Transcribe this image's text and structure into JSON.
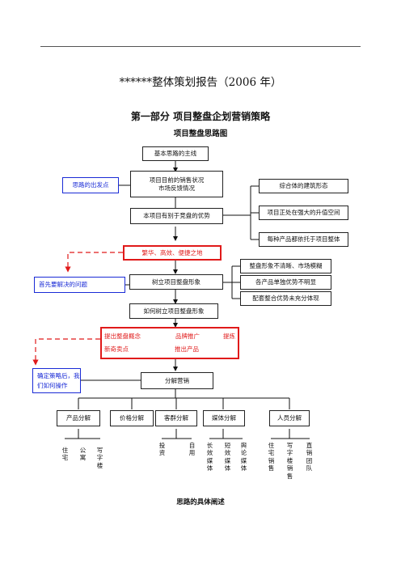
{
  "doc": {
    "title": "******整体策划报告（2006 年）",
    "part_heading": "第一部分    项目整盘企划营销策略",
    "diagram_heading": "项目整盘思路图",
    "footer_heading": "思路的具体阐述"
  },
  "diagram": {
    "basic_line": "基本思路的主线",
    "sales_status": "项目目前的销售状况",
    "market_feedback": "市场反馈情况",
    "starting_point": "思路的出发点",
    "advantage": "本项目有别于竞盘的优势",
    "adv_1": "综合体的建筑形态",
    "adv_2": "项目正处在强大的升值空间",
    "adv_3": "每种产品都依托于项目整体",
    "red_slogan": "繁华、高效、便捷之地",
    "problem_label": "首先要解决的问题",
    "build_image": "树立项目整盘形象",
    "prob_1": "整盘形象不清晰、市场模糊",
    "prob_2": "各产品单独优势不明显",
    "prob_3": "配套整合优势未充分体现",
    "how_build": "如何树立项目整盘形象",
    "concept_1": "提出整盘概念",
    "concept_2": "品牌推广",
    "concept_3": "提炼",
    "concept_4": "新奇卖点",
    "concept_5": "推出产品",
    "strategy_label": "确定策略后，我们如何操作",
    "decompose": "分解营销",
    "cat_product": "产品分解",
    "cat_price": "价格分解",
    "cat_customer": "客群分解",
    "cat_media": "媒体分解",
    "cat_staff": "人员分解",
    "leaf_housing": "住宅",
    "leaf_apartment": "公寓",
    "leaf_office": "写字楼",
    "leaf_invest": "投资",
    "leaf_selfuse": "自用",
    "leaf_longterm": "长效媒体",
    "leaf_shortterm": "短效媒体",
    "leaf_opinion": "舆论媒体",
    "leaf_housing_sales": "住宅销售",
    "leaf_office_sales": "写字楼销售",
    "leaf_selfsales": "直销团队"
  },
  "colors": {
    "blue": "#1a2bd6",
    "red": "#e01a1a"
  }
}
